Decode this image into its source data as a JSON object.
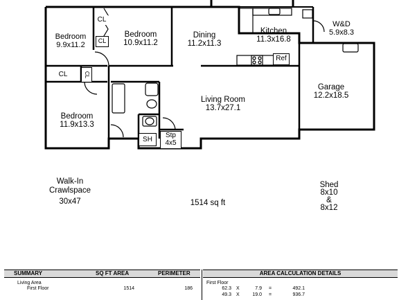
{
  "rooms": {
    "bedroom1": {
      "name": "Bedroom",
      "size": "9.9x11.2"
    },
    "bedroom2": {
      "name": "Bedroom",
      "size": "10.9x11.2"
    },
    "dining": {
      "name": "Dining",
      "size": "11.2x11.3"
    },
    "kitchen": {
      "name": "Kitchen",
      "size": "11.3x16.8"
    },
    "laundry": {
      "name": "W&D",
      "size": "5.9x8.3"
    },
    "living": {
      "name": "Living Room",
      "size": "13.7x27.1"
    },
    "garage": {
      "name": "Garage",
      "size": "12.2x18.5"
    },
    "bedroom3": {
      "name": "Bedroom",
      "size": "11.9x13.3"
    },
    "step": {
      "name": "Stp",
      "size": "4x5"
    },
    "shower": "SH",
    "ref": "Ref",
    "closet": "CL"
  },
  "outside": {
    "crawlspace": {
      "line1": "Walk-In",
      "line2": "Crawlspace",
      "size": "30x47"
    },
    "total_area": "1514 sq ft",
    "shed": {
      "name": "Shed",
      "size1": "8x10",
      "amp": "&",
      "size2": "8x12"
    }
  },
  "summary": {
    "headers": {
      "summary": "SUMMARY",
      "sqft": "SQ FT AREA",
      "perimeter": "PERIMETER",
      "details": "AREA CALCULATION DETAILS"
    },
    "living_area_label": "Living Area",
    "first_floor_label": "First Floor",
    "first_floor_area": "1514",
    "first_floor_perimeter": "186",
    "details_title": "First Floor",
    "detail_rows": [
      {
        "a": "62.3",
        "op": "X",
        "b": "7.9",
        "eq": "=",
        "result": "492.1"
      },
      {
        "a": "49.3",
        "op": "X",
        "b": "19.0",
        "eq": "=",
        "result": "936.7"
      }
    ]
  }
}
